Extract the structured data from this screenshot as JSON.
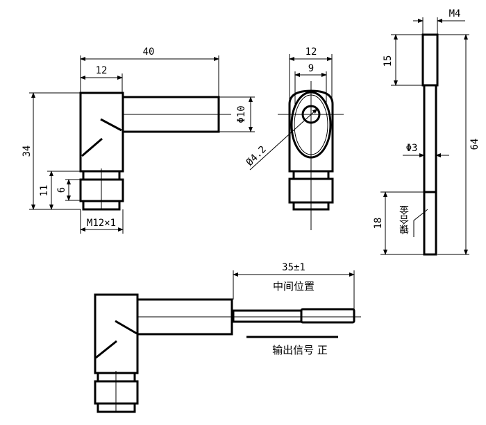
{
  "side_view": {
    "dim_total_length": "40",
    "dim_body_width": "12",
    "dim_height": "34",
    "dim_thread_length": "11",
    "dim_nut_length": "6",
    "thread_spec": "M12×1",
    "dim_rod_diameter": "Φ10"
  },
  "front_view": {
    "dim_outer_width": "12",
    "dim_inner_width": "9",
    "dim_hole_diameter": "Ø4.2"
  },
  "rod_view": {
    "thread_spec": "M4",
    "dim_thread_length": "15",
    "dim_total_length": "64",
    "dim_rod_diameter": "Φ3",
    "dim_tip_length": "18",
    "material_label": "镍合金"
  },
  "assembly_view": {
    "dim_stroke": "35±1",
    "middle_position_label": "中间位置",
    "output_signal_label": "输出信号 正"
  }
}
